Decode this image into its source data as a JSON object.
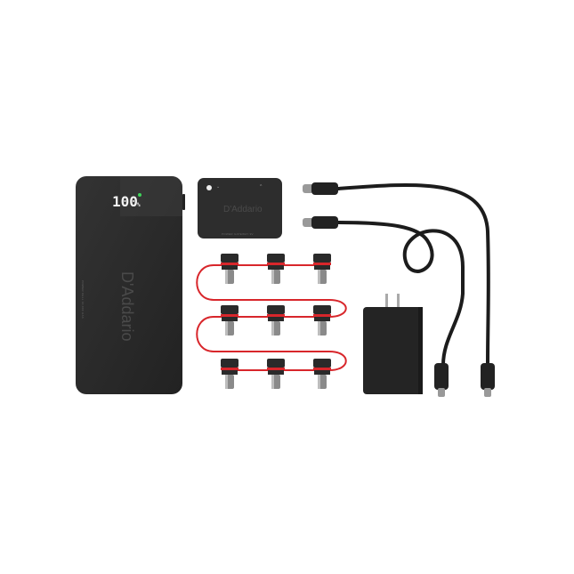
{
  "power_bank": {
    "display_value": "100",
    "display_unit": "%",
    "brand": "D'Addario",
    "side_label": "POWER CELL 10,000 mAh",
    "indicator_color": "#3fd35a"
  },
  "gateway": {
    "brand": "D'Addario",
    "label": "POWER GATEWAY 9V"
  },
  "colors": {
    "device_body": "#2b2b2b",
    "cable_red": "#d8262b",
    "cable_black": "#1c1c1c"
  }
}
